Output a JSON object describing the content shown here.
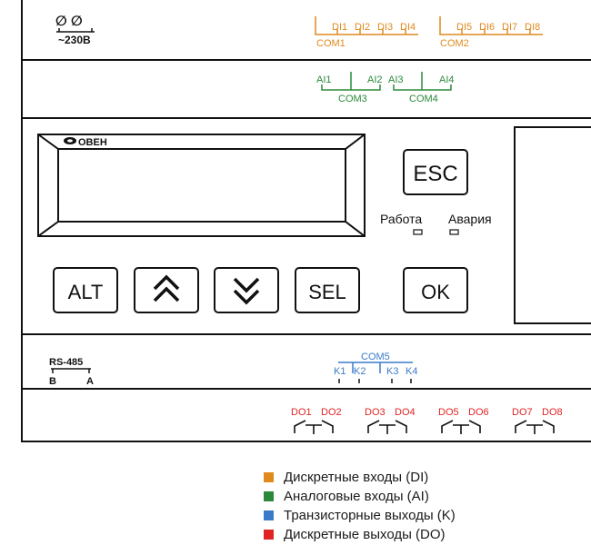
{
  "top_panel": {
    "power_symbol": "∅ ∅",
    "power_label": "~230В",
    "di_group1": [
      "DI1",
      "DI2",
      "DI3",
      "DI4"
    ],
    "di_group1_common": "COM1",
    "di_group2": [
      "DI5",
      "DI6",
      "DI7",
      "DI8"
    ],
    "di_group2_common": "COM2"
  },
  "ai_panel": {
    "group1": [
      "AI1",
      "AI2"
    ],
    "group1_common": "COM3",
    "group2": [
      "AI3",
      "AI4"
    ],
    "group2_common": "COM4"
  },
  "front_panel": {
    "logo": "OBEH",
    "buttons": {
      "esc": "ESC",
      "alt": "ALT",
      "up": "up-chevron",
      "down": "down-chevron",
      "sel": "SEL",
      "ok": "OK"
    },
    "indicators": {
      "work": "Работа",
      "alarm": "Авария"
    }
  },
  "bottom_panel": {
    "rs485": {
      "label": "RS-485",
      "b": "B",
      "a": "A"
    },
    "k_common": "COM5",
    "k_outputs": [
      "K1",
      "K2",
      "K3",
      "K4"
    ],
    "do_outputs": [
      "DO1",
      "DO2",
      "DO3",
      "DO4",
      "DO5",
      "DO6",
      "DO7",
      "DO8"
    ]
  },
  "legend": [
    {
      "label": "Дискретные входы (DI)",
      "color": "#e08a1e"
    },
    {
      "label": "Аналоговые входы (AI)",
      "color": "#2a8a3a"
    },
    {
      "label": "Транзисторные выходы (K)",
      "color": "#3a7bc8"
    },
    {
      "label": "Дискретные выходы (DO)",
      "color": "#e02424"
    }
  ]
}
